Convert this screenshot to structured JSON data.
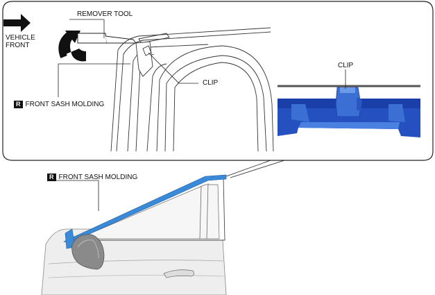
{
  "labels": {
    "direction_line1": "VEHICLE",
    "direction_line2": "FRONT",
    "remover_tool": "REMOVER TOOL",
    "clip_main": "CLIP",
    "clip_inset": "CLIP",
    "molding_top": "FRONT SASH MOLDING",
    "molding_bottom": "FRONT SASH MOLDING",
    "badge": "R"
  },
  "colors": {
    "molding_blue": "#3a8ad8",
    "clip_blue": "#3b6fd4",
    "dark_blue": "#1a3fa8"
  }
}
